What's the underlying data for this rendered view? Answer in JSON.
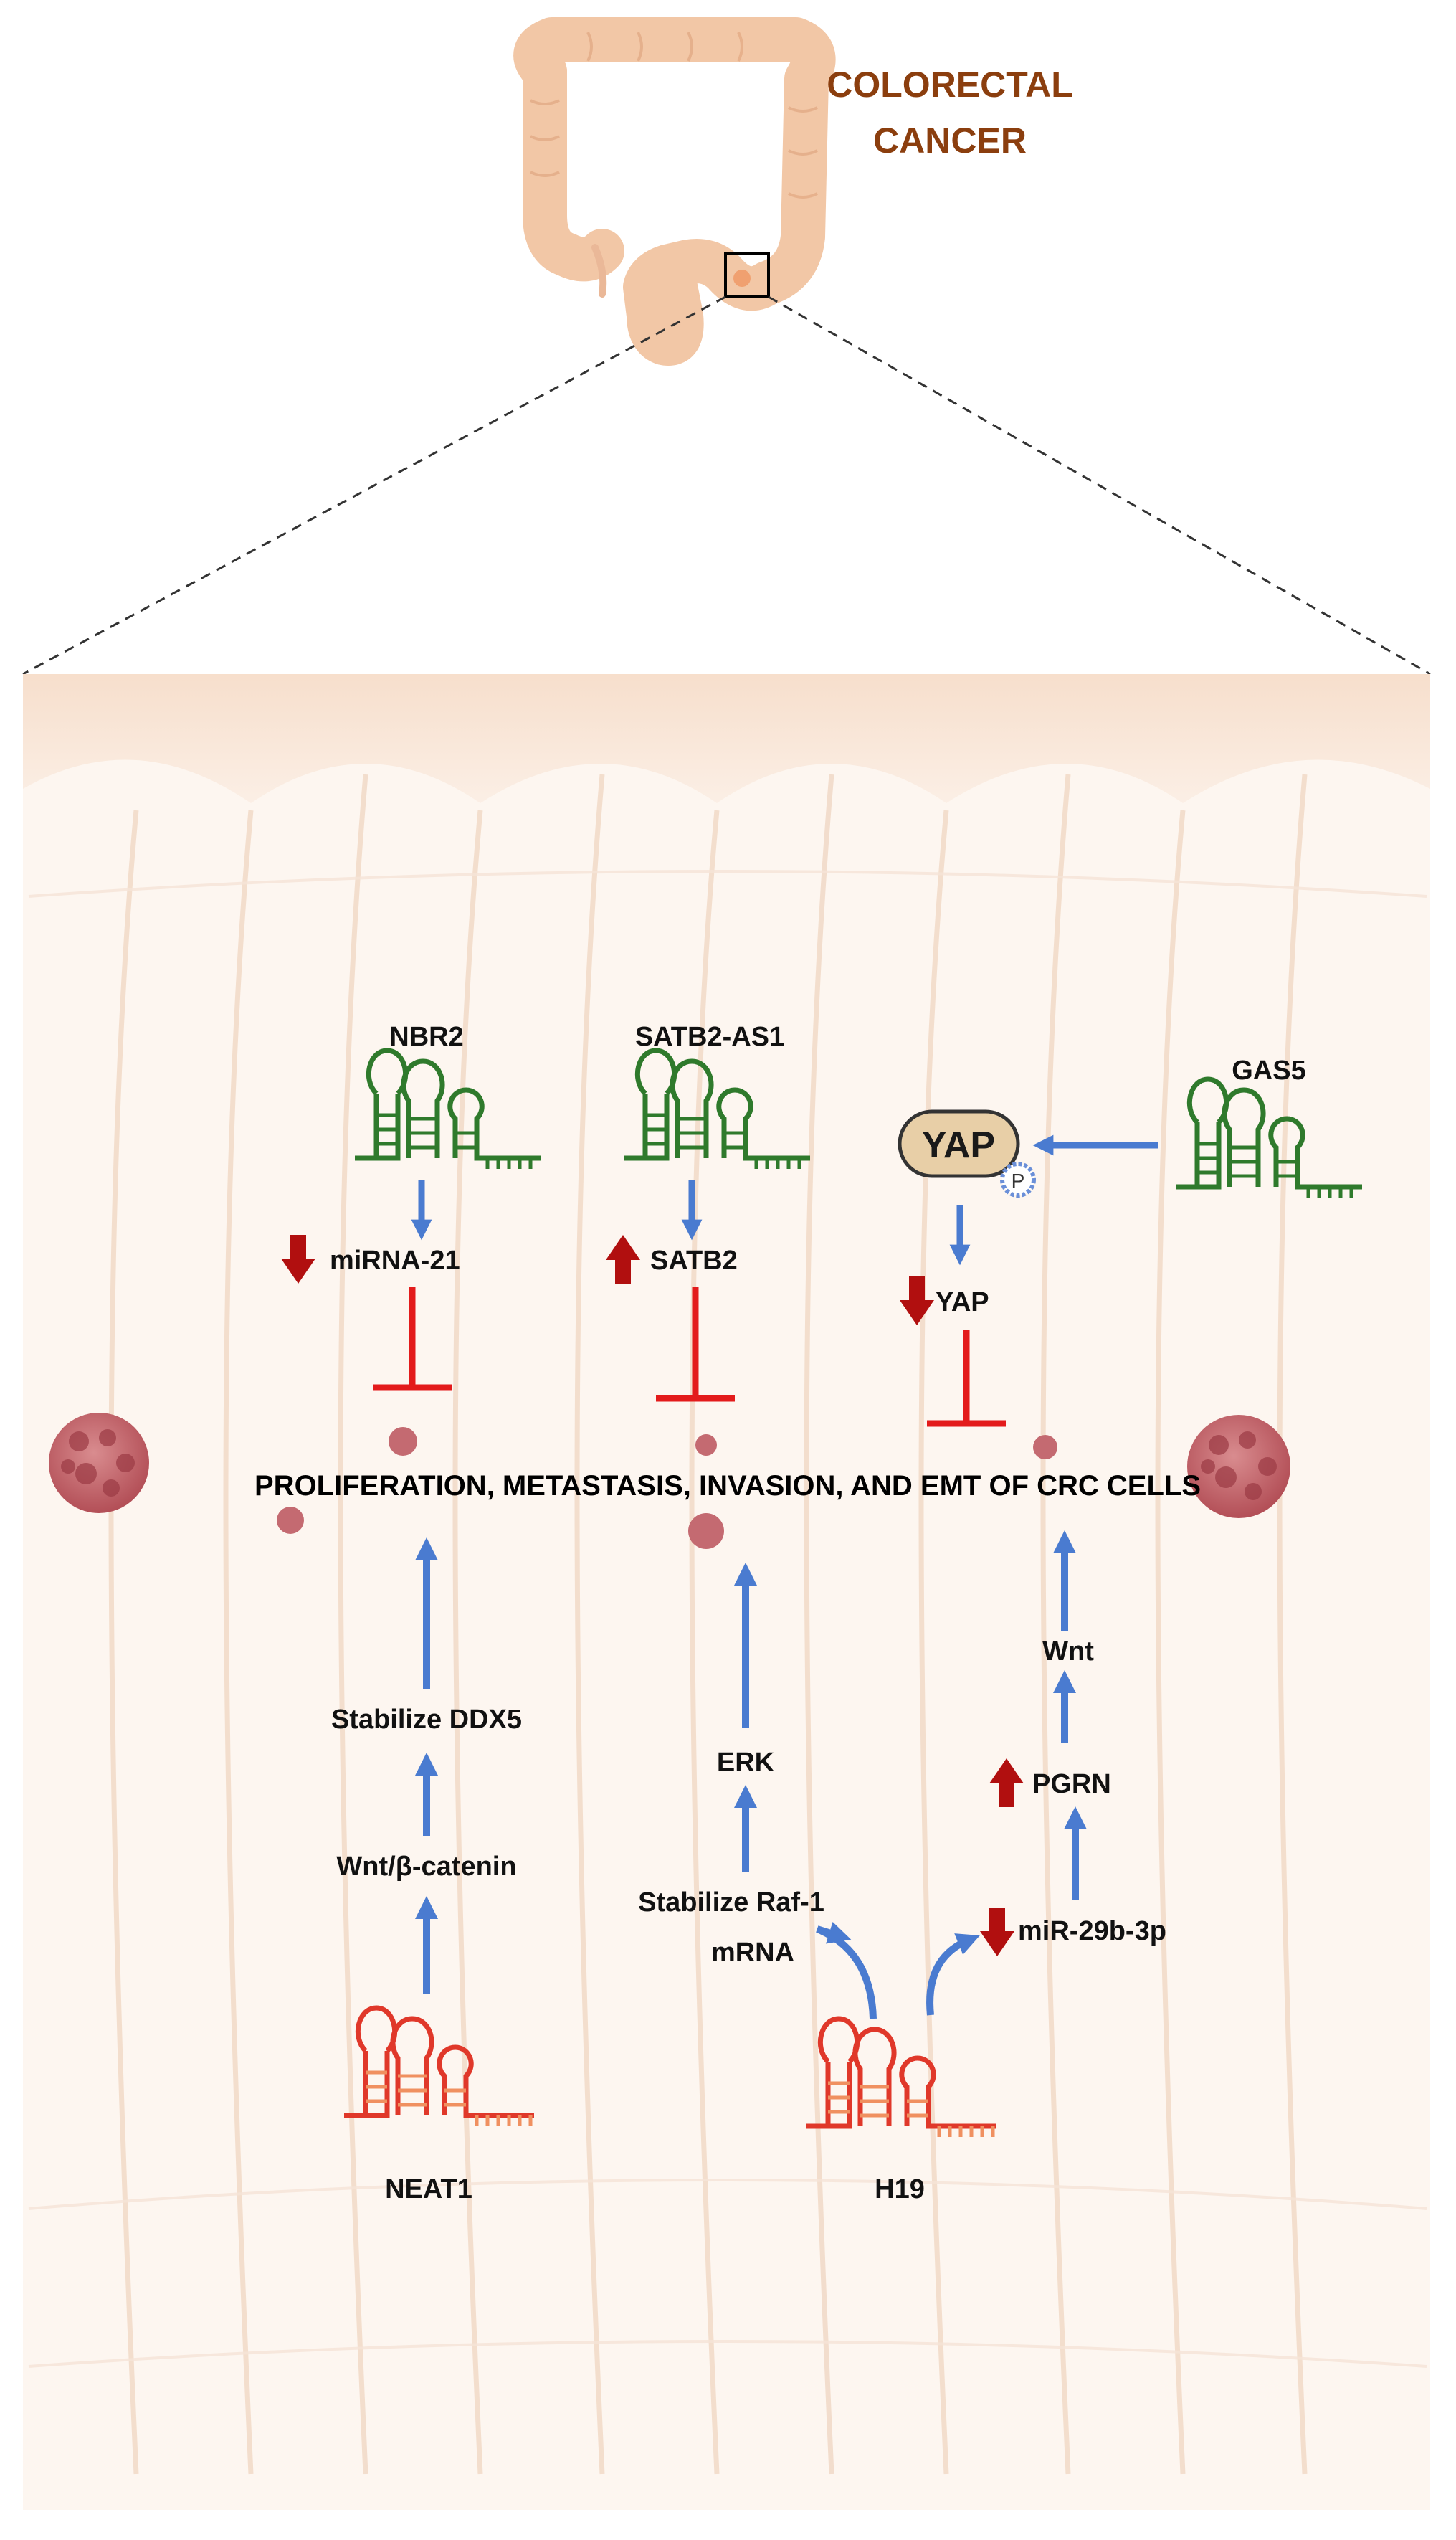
{
  "title": {
    "line1": "COLORECTAL",
    "line2": "CANCER"
  },
  "outcome": "PROLIFERATION, METASTASIS, INVASION, AND EMT OF CRC CELLS",
  "lncrna": {
    "nbr2": "NBR2",
    "satb2_as1": "SATB2-AS1",
    "gas5": "GAS5",
    "neat1": "NEAT1",
    "h19": "H19"
  },
  "yap_node": {
    "label": "YAP",
    "phospho": "P"
  },
  "labels": {
    "mirna21": "miRNA-21",
    "satb2": "SATB2",
    "yap": "YAP",
    "stabilize_ddx5": "Stabilize DDX5",
    "wnt_beta_catenin": "Wnt/β-catenin",
    "erk": "ERK",
    "stabilize_raf1_line1": "Stabilize Raf-1",
    "stabilize_raf1_line2": "mRNA",
    "wnt": "Wnt",
    "pgrn": "PGRN",
    "mir29b": "miR-29b-3p"
  },
  "colors": {
    "title": "#8b3e0e",
    "activation_arrow": "#4a7bd0",
    "inhibition": "#e31b1b",
    "down_up_arrow": "#b10f0f",
    "protective_lncrna": "#2f7a2c",
    "oncogenic_lncrna": "#e0382a",
    "oncogenic_stem": "#f09060",
    "cancer_cell": "#c06068",
    "colon": "#f2c7a6"
  }
}
